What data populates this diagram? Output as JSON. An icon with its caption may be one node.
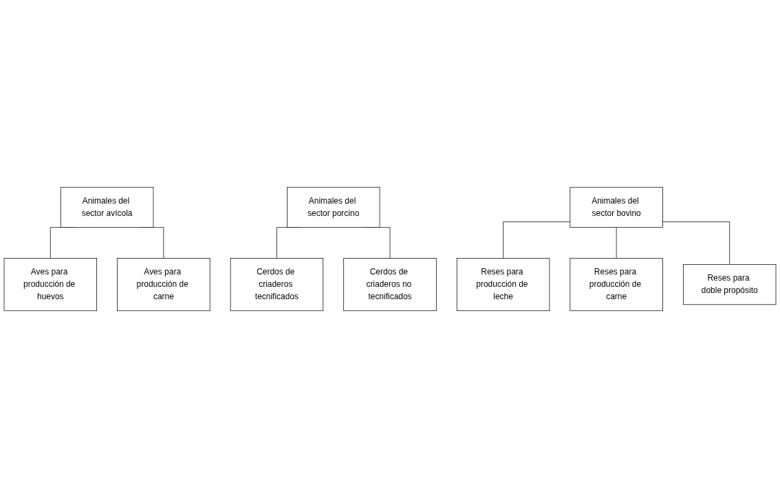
{
  "diagram": {
    "nodes": [
      {
        "text": [
          "Animales del sector avícola"
        ]
      },
      {
        "text": [
          "Aves para producción de huevos"
        ]
      },
      {
        "text": [
          "Aves para producción de carne"
        ]
      },
      {
        "text": [
          "Animales del sector porcino"
        ]
      },
      {
        "text": [
          "Cerdos de criaderos tecnificados"
        ]
      },
      {
        "text": [
          "Cerdos de criaderos no tecnificados"
        ]
      },
      {
        "text": [
          "Animales del sector bovino"
        ]
      },
      {
        "text": [
          "Reses para producción de leche"
        ]
      },
      {
        "text": [
          "Reses para producción de carne"
        ]
      },
      {
        "text": [
          "Reses para doble propósito"
        ]
      }
    ],
    "edges": [
      {
        "from": 0,
        "to": 1,
        "arrow": "none"
      },
      {
        "from": 0,
        "to": 2,
        "arrow": "none"
      },
      {
        "from": 3,
        "to": 4,
        "arrow": "none"
      },
      {
        "from": 3,
        "to": 5,
        "arrow": "none"
      },
      {
        "from": 6,
        "to": 7,
        "arrow": "none"
      },
      {
        "from": 6,
        "to": 8,
        "arrow": "none"
      },
      {
        "from": 6,
        "to": 9,
        "arrow": "none"
      }
    ]
  }
}
